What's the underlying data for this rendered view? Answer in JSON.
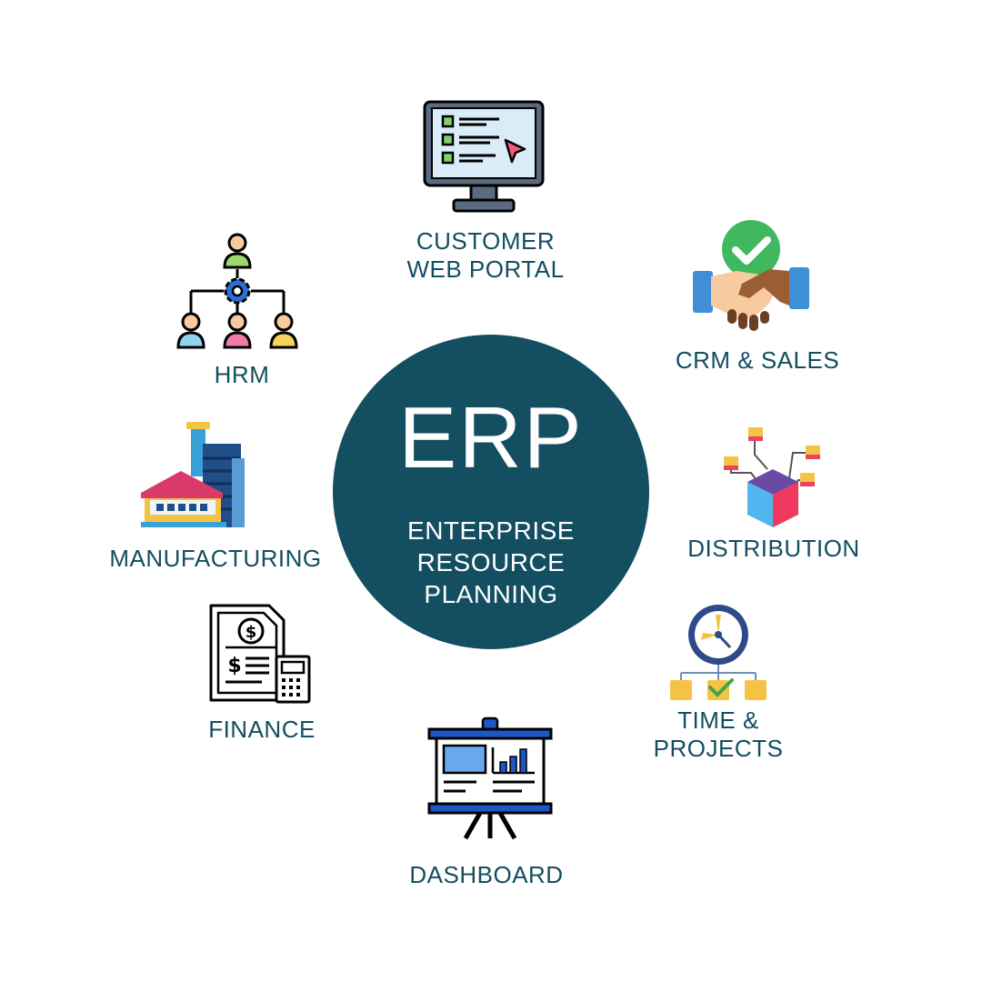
{
  "center": {
    "title": "ERP",
    "subtitle_line1": "ENTERPRISE RESOURCE",
    "subtitle_line2": "PLANNING",
    "color": "#134e61"
  },
  "modules": {
    "customer_web_portal": {
      "line1": "CUSTOMER",
      "line2": "WEB PORTAL",
      "icon": "monitor-checklist-icon"
    },
    "crm_sales": {
      "label": "CRM & SALES",
      "icon": "handshake-icon"
    },
    "distribution": {
      "label": "DISTRIBUTION",
      "icon": "box-network-icon"
    },
    "time_projects": {
      "line1": "TIME &",
      "line2": "PROJECTS",
      "icon": "clock-tasks-icon"
    },
    "dashboard": {
      "label": "DASHBOARD",
      "icon": "presentation-board-icon"
    },
    "finance": {
      "label": "FINANCE",
      "icon": "invoice-calculator-icon"
    },
    "manufacturing": {
      "label": "MANUFACTURING",
      "icon": "factory-icon"
    },
    "hrm": {
      "label": "HRM",
      "icon": "org-chart-icon"
    }
  },
  "label_color": "#134e61"
}
